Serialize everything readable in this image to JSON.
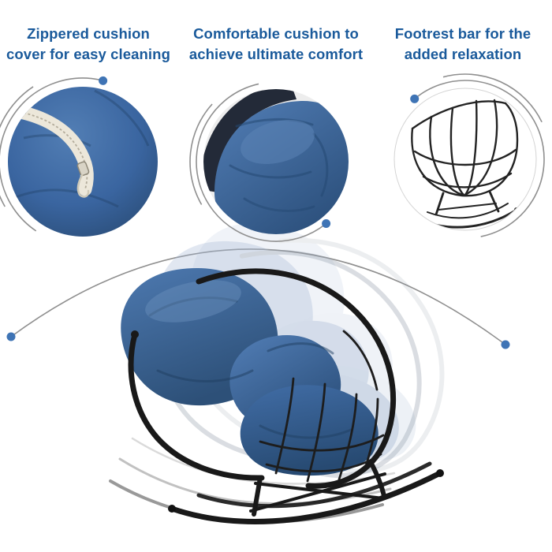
{
  "features": [
    {
      "icon": "zipper-cushion-closeup",
      "title_lines": [
        "Zippered cushion",
        "cover for easy cleaning"
      ]
    },
    {
      "icon": "tufted-cushion-closeup",
      "title_lines": [
        "Comfortable cushion to",
        "achieve ultimate comfort"
      ]
    },
    {
      "icon": "frame-wireframe-closeup",
      "title_lines": [
        "Footrest bar for the",
        "added relaxation"
      ]
    }
  ],
  "main_image": {
    "icon": "rocking-chair-motion-photo"
  },
  "colors": {
    "heading": "#1a5a9b",
    "cushion_blue": "#3b65a0",
    "cushion_blue_dark": "#2a4c74",
    "frame_black": "#191919",
    "arc_gray": "#8f8f8f",
    "dot_blue": "#3f74b5",
    "zipper_tape": "#ece7da"
  }
}
